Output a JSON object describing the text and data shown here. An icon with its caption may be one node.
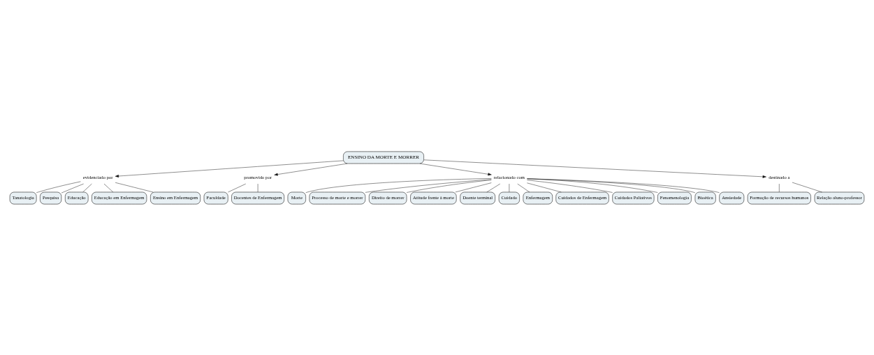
{
  "diagram": {
    "nodes": [
      {
        "text": [
          "ENSINO DA MORTE E MORRER"
        ]
      },
      {
        "text": [
          "evidenciado por"
        ]
      },
      {
        "text": [
          "promovido por"
        ]
      },
      {
        "text": [
          "relacionado com"
        ]
      },
      {
        "text": [
          "destinado a"
        ]
      },
      {
        "text": [
          "Formação de recursos humanos"
        ]
      },
      {
        "text": [
          "Relação aluno-professor"
        ]
      },
      {
        "text": [
          "Faculdade"
        ]
      },
      {
        "text": [
          "Docentes de Enfermagem"
        ]
      },
      {
        "text": [
          "Tanatologia"
        ]
      },
      {
        "text": [
          "Pesquisa"
        ]
      },
      {
        "text": [
          "Educação"
        ]
      },
      {
        "text": [
          "Educação em Enfermagem"
        ]
      },
      {
        "text": [
          "Ensino em Enfermagem"
        ]
      },
      {
        "text": [
          "Morte"
        ]
      },
      {
        "text": [
          "Processo de morte e morrer"
        ]
      },
      {
        "text": [
          "Direito de morrer"
        ]
      },
      {
        "text": [
          "Atitude frente à morte"
        ]
      },
      {
        "text": [
          "Doente terminal"
        ]
      },
      {
        "text": [
          "Cuidado"
        ]
      },
      {
        "text": [
          "Enfermagem"
        ]
      },
      {
        "text": [
          "Cuidados de Enfermagem"
        ]
      },
      {
        "text": [
          "Cuidados Paliativos"
        ]
      },
      {
        "text": [
          "Fenomenologia"
        ]
      },
      {
        "text": [
          "Bioética"
        ]
      },
      {
        "text": [
          "Ansiedade"
        ]
      }
    ],
    "edges": [
      {
        "from": 0,
        "to": 1,
        "arrow": "to"
      },
      {
        "from": 0,
        "to": 2,
        "arrow": "to"
      },
      {
        "from": 0,
        "to": 3,
        "arrow": "to"
      },
      {
        "from": 0,
        "to": 4,
        "arrow": "to"
      },
      {
        "from": 4,
        "to": 5,
        "arrow": "none"
      },
      {
        "from": 4,
        "to": 6,
        "arrow": "none"
      },
      {
        "from": 2,
        "to": 7,
        "arrow": "none"
      },
      {
        "from": 2,
        "to": 8,
        "arrow": "none"
      },
      {
        "from": 1,
        "to": 9,
        "arrow": "none"
      },
      {
        "from": 1,
        "to": 10,
        "arrow": "none"
      },
      {
        "from": 1,
        "to": 11,
        "arrow": "none"
      },
      {
        "from": 1,
        "to": 12,
        "arrow": "none"
      },
      {
        "from": 1,
        "to": 13,
        "arrow": "none"
      },
      {
        "from": 3,
        "to": 14,
        "arrow": "none"
      },
      {
        "from": 3,
        "to": 15,
        "arrow": "none"
      },
      {
        "from": 3,
        "to": 16,
        "arrow": "none"
      },
      {
        "from": 3,
        "to": 17,
        "arrow": "none"
      },
      {
        "from": 3,
        "to": 18,
        "arrow": "none"
      },
      {
        "from": 3,
        "to": 19,
        "arrow": "none"
      },
      {
        "from": 3,
        "to": 20,
        "arrow": "none"
      },
      {
        "from": 3,
        "to": 21,
        "arrow": "none"
      },
      {
        "from": 3,
        "to": 22,
        "arrow": "none"
      },
      {
        "from": 3,
        "to": 23,
        "arrow": "none"
      },
      {
        "from": 3,
        "to": 24,
        "arrow": "none"
      },
      {
        "from": 3,
        "to": 25,
        "arrow": "none"
      }
    ]
  }
}
